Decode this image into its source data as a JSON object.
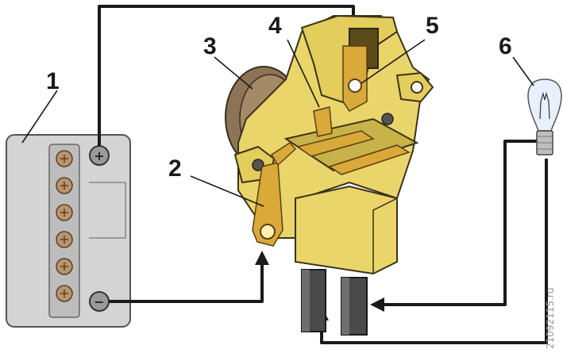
{
  "callouts": [
    {
      "id": "1",
      "label": "1"
    },
    {
      "id": "2",
      "label": "2"
    },
    {
      "id": "3",
      "label": "3"
    },
    {
      "id": "4",
      "label": "4"
    },
    {
      "id": "5",
      "label": "5"
    },
    {
      "id": "6",
      "label": "6"
    }
  ],
  "battery": {
    "positive_symbol": "+",
    "negative_symbol": "−",
    "cell_count": 6
  },
  "watermark": "21092115.ru",
  "colors": {
    "regulator_body": "#ead56a",
    "regulator_shadow": "#c8b24a",
    "contact_plate": "#d9a93a",
    "battery_body": "#d4d4d4",
    "battery_cells": "#b8956e",
    "wire": "#1a1a1a",
    "lamp_glass": "#e8f0fb",
    "lamp_base": "#bfbfbf",
    "brush_holder": "#5a5a5a",
    "rotor_ring": "#8c7457"
  }
}
